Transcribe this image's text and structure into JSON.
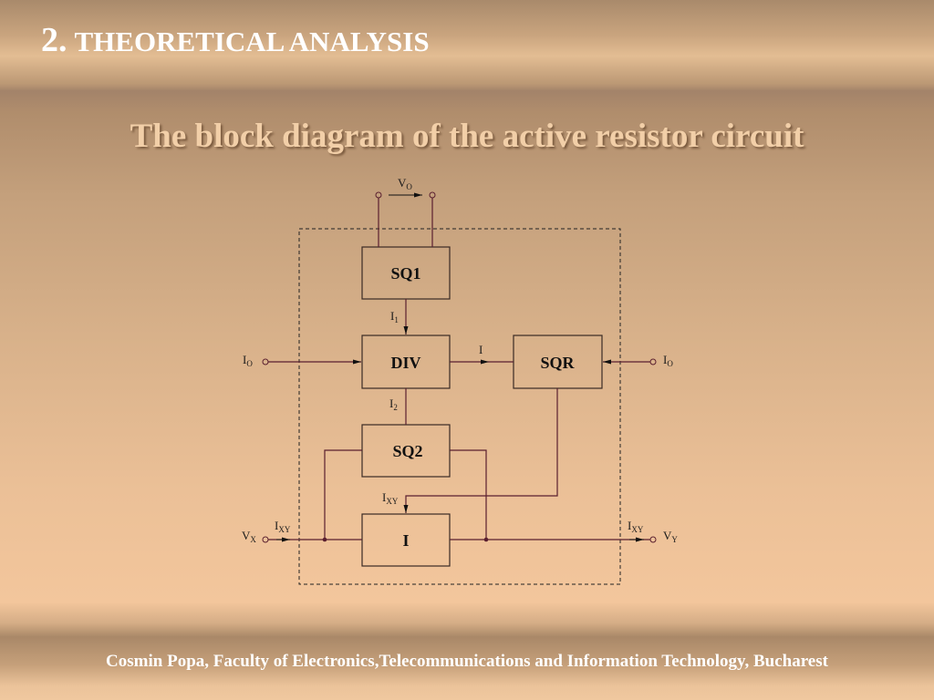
{
  "header": {
    "number": "2.",
    "title": "THEORETICAL ANALYSIS"
  },
  "slide_title": "The block diagram of the active resistor circuit",
  "diagram": {
    "blocks": {
      "sq1": "SQ1",
      "div": "DIV",
      "sqr": "SQR",
      "sq2": "SQ2",
      "i": "I"
    },
    "labels": {
      "vo_main": "V",
      "vo_sub": "O",
      "i1_main": "I",
      "i1_sub": "1",
      "i2_main": "I",
      "i2_sub": "2",
      "i_mid": "I",
      "io_left_main": "I",
      "io_left_sub": "O",
      "io_right_main": "I",
      "io_right_sub": "O",
      "ixy_top_main": "I",
      "ixy_top_sub": "XY",
      "ixy_left_main": "I",
      "ixy_left_sub": "XY",
      "ixy_right_main": "I",
      "ixy_right_sub": "XY",
      "vx_main": "V",
      "vx_sub": "X",
      "vy_main": "V",
      "vy_sub": "Y"
    },
    "colors": {
      "wire": "#5a1f2f",
      "box": "#3a2a24"
    }
  },
  "footer": "Cosmin Popa, Faculty of Electronics,Telecommunications and Information Technology, Bucharest"
}
